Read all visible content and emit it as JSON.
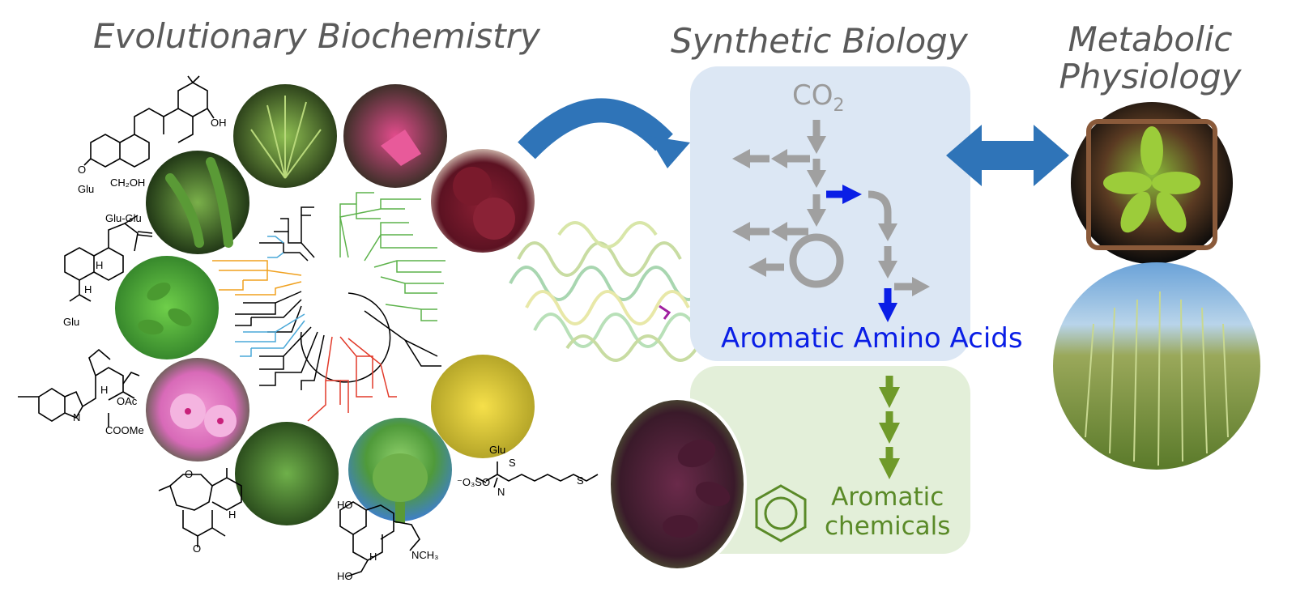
{
  "headings": {
    "evolutionary": "Evolutionary Biochemistry",
    "synthetic": "Synthetic Biology",
    "metabolic_line1": "Metabolic",
    "metabolic_line2": "Physiology"
  },
  "pathway": {
    "input_prefix": "CO",
    "input_subscript": "2",
    "product": "Aromatic Amino Acids",
    "downstream_line1": "Aromatic",
    "downstream_line2": "chemicals"
  },
  "molecule_labels": {
    "oh": "OH",
    "o_glu": "O",
    "glu": "Glu",
    "ch2oh": "CH₂OH",
    "glu_glu": "Glu-Glu",
    "h": "H",
    "oac": "OAc",
    "coome": "COOMe",
    "n": "N",
    "s": "S",
    "o3so": "⁻O₃SO",
    "nch3": "NCH₃",
    "ho": "HO",
    "o": "O"
  },
  "colors": {
    "heading": "#5a5a5a",
    "blue_arrow": "#2f74b8",
    "panel_blue": "#dce7f4",
    "panel_green": "#e3efd9",
    "gray_arrow": "#a0a0a0",
    "highlight_arrow": "#0a1ee6",
    "green_arrow": "#6f9a2a",
    "tree_green": "#5cb24a",
    "tree_blue": "#4aa8d8",
    "tree_orange": "#f0a01e",
    "tree_red": "#e23a2a"
  }
}
